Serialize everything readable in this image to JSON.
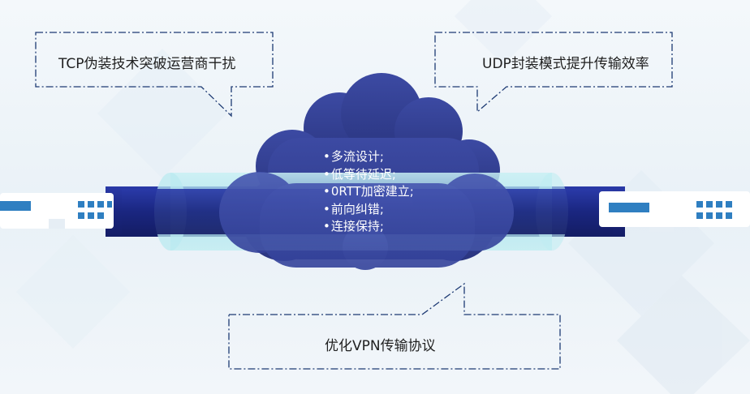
{
  "callouts": {
    "top_left": "TCP伪装技术突破运营商干扰",
    "top_right": "UDP封装模式提升传输效率",
    "bottom": "优化VPN传输协议"
  },
  "cloud": {
    "features": [
      "多流设计;",
      "低等待延迟;",
      "0RTT加密建立;",
      "前向纠错;",
      "连接保持;"
    ]
  },
  "colors": {
    "cloud_dark": "#2a3580",
    "cloud_mid": "#3c4aa3",
    "tunnel_core": "#1e2a8a",
    "tube": "#9fe0ea",
    "callout_border": "#1d3a73",
    "endpoint_blue": "#2f7fc1"
  },
  "icons": [
    "server-endpoint-left",
    "server-endpoint-right"
  ]
}
